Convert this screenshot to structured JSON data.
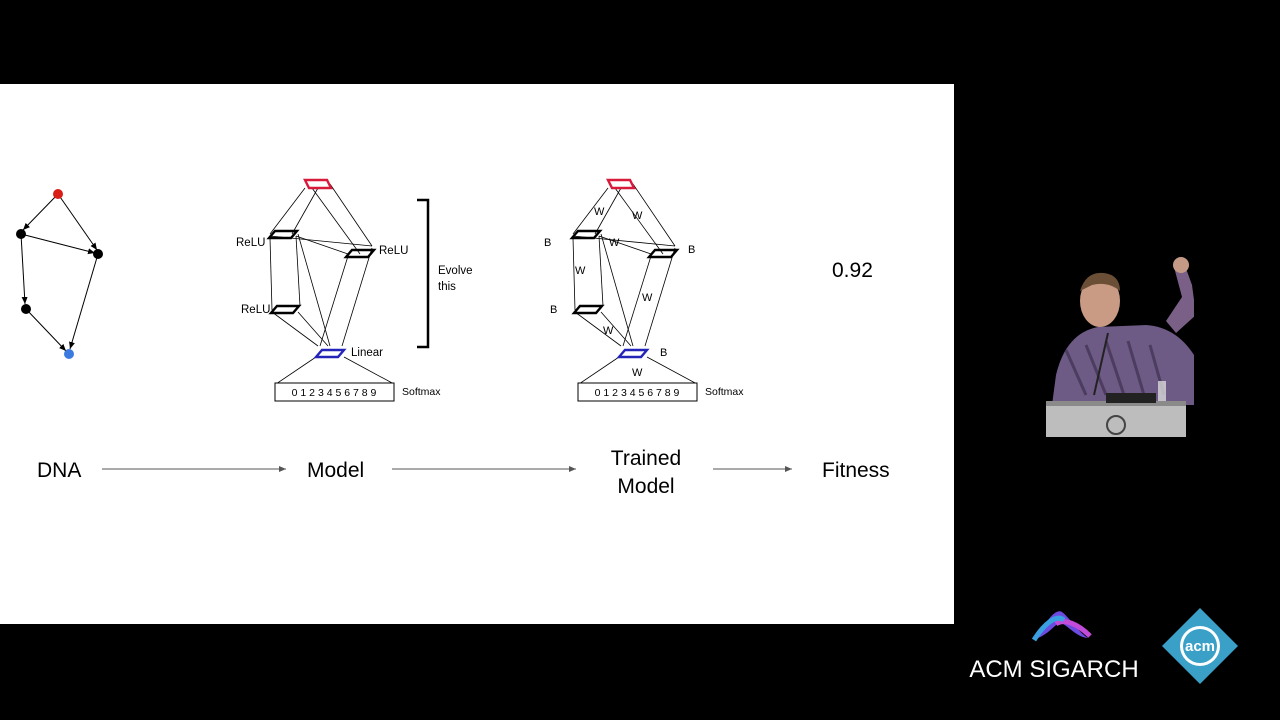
{
  "slide": {
    "flow": {
      "dna": "DNA",
      "model": "Model",
      "trained_model_line1": "Trained",
      "trained_model_line2": "Model",
      "fitness": "Fitness"
    },
    "fitness_value": "0.92",
    "model_labels": {
      "relu_left_top": "ReLU",
      "relu_right": "ReLU",
      "relu_left_bottom": "ReLU",
      "linear": "Linear",
      "softmax": "Softmax",
      "digits": "0 1 2 3 4 5 6 7 8 9"
    },
    "evolve": {
      "line1": "Evolve",
      "line2": "this"
    },
    "trained_labels": {
      "b": "B",
      "w": "W",
      "softmax": "Softmax",
      "digits": "0 1 2 3 4 5 6 7 8 9"
    },
    "colors": {
      "input_node": "#d91e18",
      "output_node": "#3b7be0",
      "input_edge": "#d81b3b",
      "output_edge": "#2424b8"
    }
  },
  "logos": {
    "sigarch_text": "ACM SIGARCH",
    "acm_text": "acm",
    "acm_color": "#3aa0c8"
  }
}
